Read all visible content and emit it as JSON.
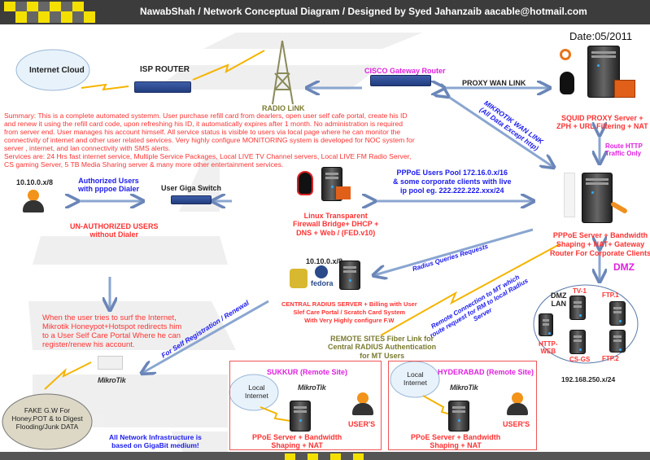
{
  "header": {
    "title": "NawabShah / Network Conceptual Diagram / Designed by Syed Jahanzaib aacable@hotmail.com"
  },
  "date": "Date:05/2011",
  "nodes": {
    "internet_cloud": "Internet Cloud",
    "isp_router": "ISP ROUTER",
    "radio_link": "RADIO LiNK",
    "cisco": "CISCO Gateway Router",
    "proxy_wan": "PROXY WAN LINK",
    "squid": [
      "SQUID PROXY Server +",
      "ZPH + URL Filtering + NAT"
    ],
    "route_http": [
      "Route HTTP",
      "Traffic Only"
    ],
    "mikrotik_wan": [
      "MIKROTIK WAN LINK",
      "(All Data Except http)"
    ],
    "user_subnet": "10.10.0.x/8",
    "authorized": [
      "Authorized Users",
      "with pppoe Dialer"
    ],
    "giga_switch": "User Giga Switch",
    "unauthorized": [
      "UN-AUTHORIZED USERS",
      "without Dialer"
    ],
    "linux_fw": [
      "Linux Transparent",
      "Firewall Bridge+ DHCP +",
      "DNS + Web / (FED.v10)"
    ],
    "pppoe_pool": [
      "PPPoE Users Pool 172.16.0.x/16",
      "& some corporate clients with live",
      "ip pool eg. 222.222.222.xxx/24"
    ],
    "pppoe_server": [
      "PPPoE Server + Bandwidth",
      "Shaping + NAT+ Gateway",
      "Router For Corporate Clients"
    ],
    "dmz": "DMZ",
    "dmz_lan": [
      "DMZ",
      "LAN"
    ],
    "dmz_servers": [
      "TV-1",
      "FTP.1",
      "HTTP-",
      "WEB",
      "CS-GS",
      "FTP.2"
    ],
    "dmz_subnet": "192.168.250.x/24",
    "radius_subnet": "10.10.0.x/8",
    "fedora": "fedora",
    "radius": [
      "CENTRAL RADIUS SERVER + Billing with User",
      "Slef Care Portal / Scratch Card System",
      "With Very Highly configure F.W"
    ],
    "radius_queries": "Radius Queries Requests",
    "remote_conn": [
      "Remote Connection to MT which",
      "route request for RM to local Radius",
      "Server"
    ],
    "remote_sites": [
      "REMOTE SITES Fiber Link for",
      "Central RADIUS Authentication",
      "for MT Users"
    ],
    "honeypot": [
      "When the user tries to surf the Internet,",
      "Mikrotik Honeypot+Hotspot  redirects him",
      "to a User Self Care Portal Where he can",
      "register/renew his account."
    ],
    "self_reg": "For Self Registration / Renewal",
    "fake_gw": [
      "FAKE G.W For",
      "Honey.POT & to Digest",
      "Flooding/Junk DATA"
    ],
    "gigabit": [
      "All Network Infrastructure is",
      "based on GigaBit medium!"
    ],
    "mikrotik_logo": "MikroTik"
  },
  "summary": [
    "Summary: This is a complete automated systemm. User purchase refill card from dearlers, open user self cafe portal, create his ID",
    "and renew it using the refill card code, upon refreshing his ID, it automatically expires after 1 month. No administration is required",
    "from server end. User manages his account himself. All service status is visible to users via local page where he can monitor the",
    "connectivity of internet and other user related services. Very highly configure MONITORING system is developed for NOC system for",
    "server , internet, and lan connectivity with SMS alerts.",
    "Services are: 24 Hrs fast internet service, Multiple Service Packages, Local LIVE TV Channel servers, Local LIVE FM Radio Server,",
    "CS gaming Server, 5 TB Media Sharing server & many more other entertainment services."
  ],
  "remote_sites": [
    {
      "title": "SUKKUR (Remote Site)",
      "cloud": [
        "Local",
        "Internet"
      ],
      "users": "USER'S",
      "server": [
        "PPoE Server + Bandwidth",
        "Shaping + NAT"
      ]
    },
    {
      "title": "HYDERABAD (Remote Site)",
      "cloud": [
        "Local",
        "Internet"
      ],
      "users": "USER'S",
      "server": [
        "PPoE Server + Bandwidth",
        "Shaping + NAT"
      ]
    }
  ],
  "colors": {
    "header": "#3c3c3c",
    "checker_yellow": "#f4e000",
    "checker_gray": "#666666",
    "red": "#ff3333",
    "blue": "#1a1aee",
    "magenta": "#e020e0",
    "arrow": "#9db4d8"
  }
}
